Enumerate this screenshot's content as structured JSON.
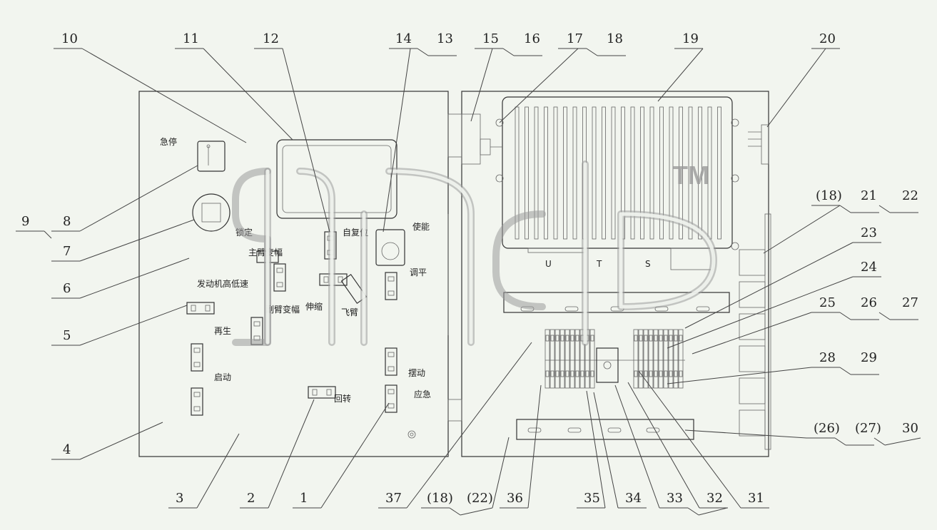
{
  "callouts": {
    "n1": "1",
    "n2": "2",
    "n3": "3",
    "n4": "4",
    "n5": "5",
    "n6": "6",
    "n7": "7",
    "n8": "8",
    "n9": "9",
    "n10": "10",
    "n11": "11",
    "n12": "12",
    "n13": "13",
    "n14": "14",
    "n15": "15",
    "n16": "16",
    "n17": "17",
    "n18": "18",
    "n19": "19",
    "n20": "20",
    "n21": "21",
    "n22": "22",
    "n23": "23",
    "n24": "24",
    "n25": "25",
    "n26": "26",
    "n27": "27",
    "n28": "28",
    "n29": "29",
    "n30": "30",
    "n31": "31",
    "n32": "32",
    "n33": "33",
    "n34": "34",
    "n35": "35",
    "n36": "36",
    "n37": "37",
    "p18a": "(18)",
    "p18b": "(18)",
    "p22": "(22)",
    "p26": "(26)",
    "p27": "(27)"
  },
  "labels": {
    "estop": "急停",
    "lock": "锁定",
    "main_arm_luffing": "主臂变幅",
    "engine_high_idle": "发动机高低速",
    "jib_luffing": "副臂变幅",
    "telescope": "伸缩",
    "fly_jib": "飞臂",
    "auto_reset": "自复位",
    "enable": "使能",
    "leveling": "调平",
    "regen": "再生",
    "start": "启动",
    "slewing": "回转",
    "swing": "摆动",
    "emergency": "应急"
  },
  "heatsink_letters": {
    "u": "U",
    "t": "T",
    "s": "S"
  },
  "watermark": {
    "text": "TM"
  }
}
